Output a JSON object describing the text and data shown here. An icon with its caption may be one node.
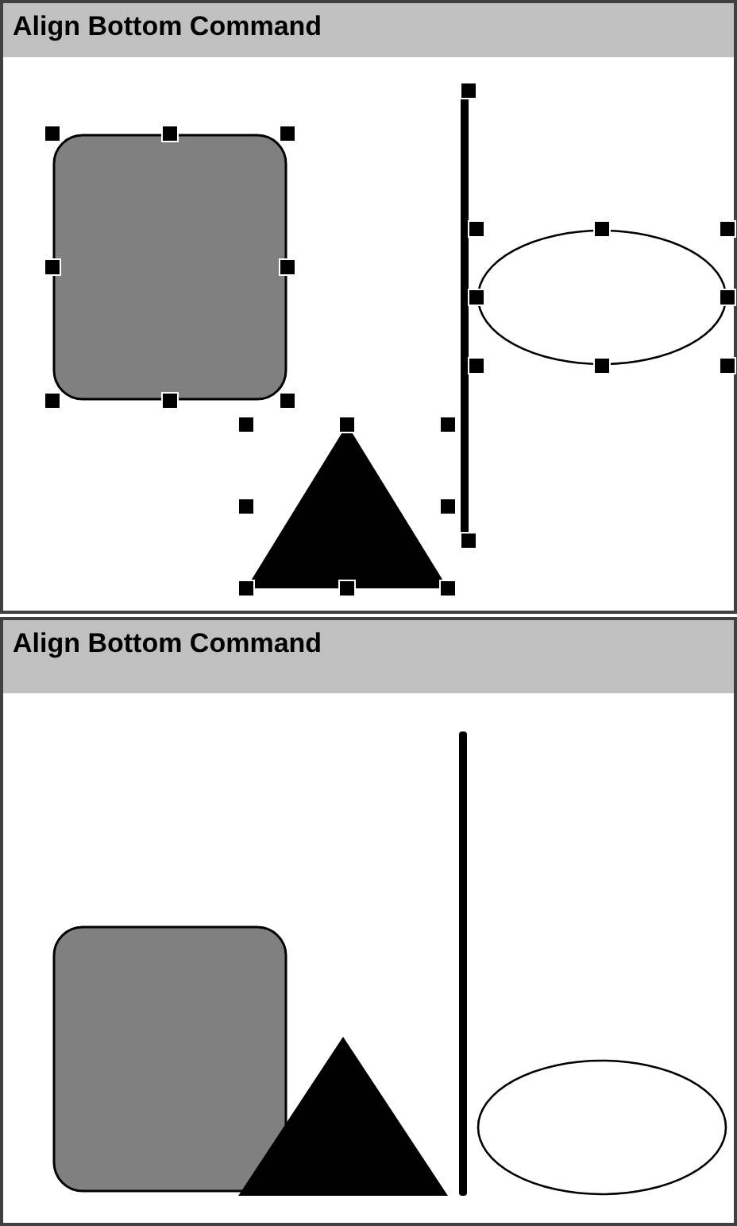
{
  "diagram": {
    "nodes": [
      {
        "text": [
          "Align Bottom Command"
        ]
      },
      {
        "text": [],
        "shape": "box",
        "in": 0
      },
      {
        "text": [],
        "shape": "triangle",
        "in": 0
      },
      {
        "text": [],
        "shape": "bar",
        "in": 0
      },
      {
        "text": [],
        "shape": "ellipse",
        "in": 0
      },
      {
        "text": [
          "Align Bottom Command"
        ]
      },
      {
        "text": [],
        "shape": "box",
        "in": 5
      },
      {
        "text": [],
        "shape": "triangle",
        "in": 5
      },
      {
        "text": [],
        "shape": "bar",
        "in": 5
      },
      {
        "text": [],
        "shape": "ellipse",
        "in": 5
      }
    ]
  }
}
